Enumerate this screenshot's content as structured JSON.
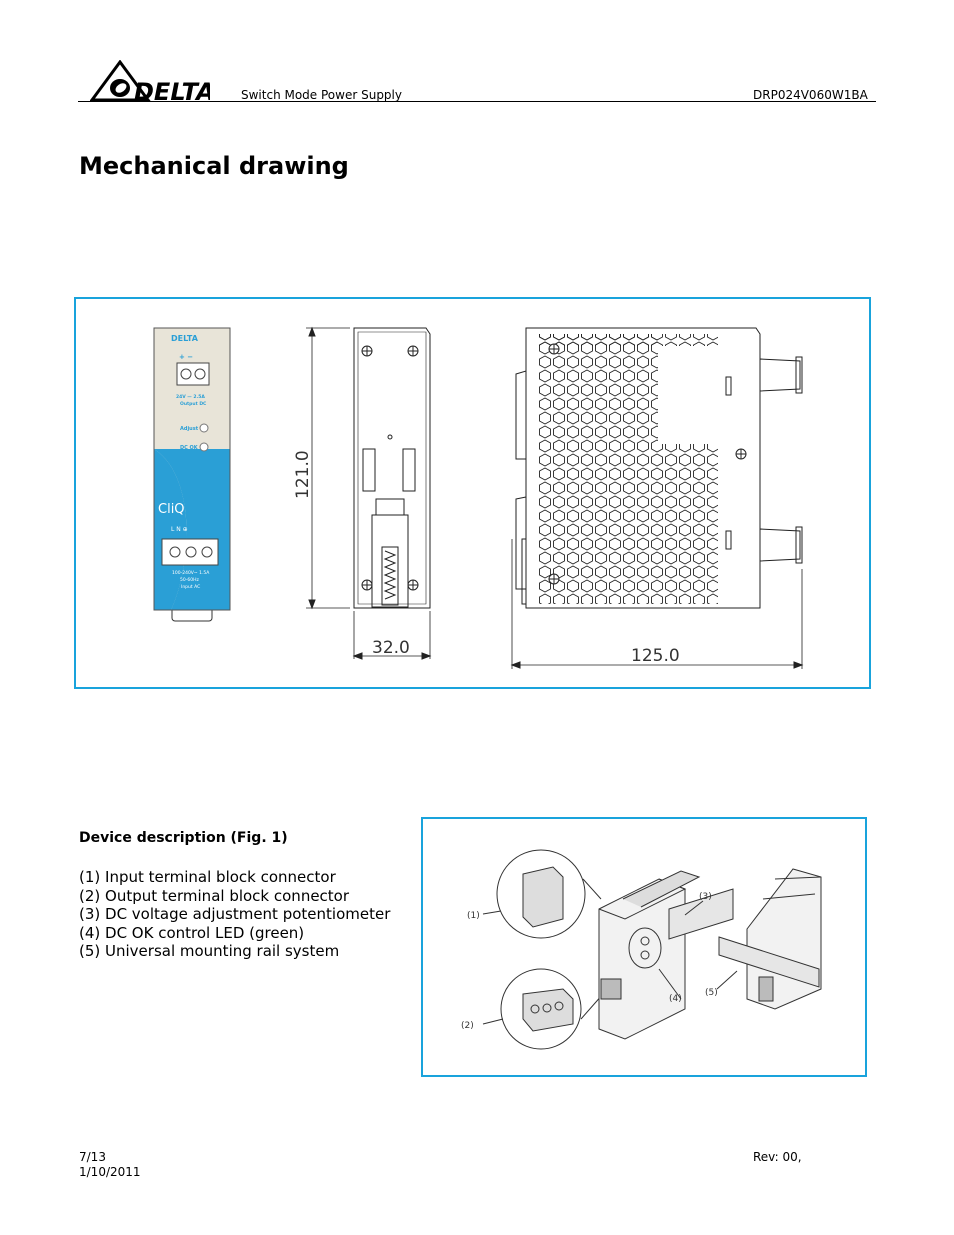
{
  "header": {
    "logo_text": "DELTA",
    "product_type": "Switch Mode Power Supply",
    "model": "DRP024V060W1BA"
  },
  "page_title": "Mechanical drawing",
  "drawing": {
    "front_label": {
      "brand": "DELTA",
      "output_polarity": "+  −",
      "output_rating": "24V — 2.5A",
      "output_name": "Output DC",
      "adjust": "Adjust",
      "dc_ok": "DC OK",
      "series": "CliQ",
      "input_terminals": "L   N   ⊕",
      "input_rating": "100-240V~ 1.5A",
      "input_freq": "50-60Hz",
      "input_name": "Input AC"
    },
    "dim_height": "121.0",
    "dim_width": "32.0",
    "dim_depth": "125.0"
  },
  "device_description": {
    "title": "Device description (Fig. 1)",
    "items": [
      "(1) Input terminal block connector",
      "(2) Output terminal block connector",
      "(3) DC voltage adjustment potentiometer",
      "(4) DC OK control LED (green)",
      "(5) Universal mounting rail system"
    ]
  },
  "figure_callouts": [
    "(1)",
    "(2)",
    "(3)",
    "(4)",
    "(5)"
  ],
  "footer": {
    "page": "7/13",
    "date": "1/10/2011",
    "revision": "Rev: 00,"
  },
  "colors": {
    "frame_border": "#19a3dc",
    "label_blue": "#2a9fd6",
    "label_beige": "#e8e4d8"
  }
}
